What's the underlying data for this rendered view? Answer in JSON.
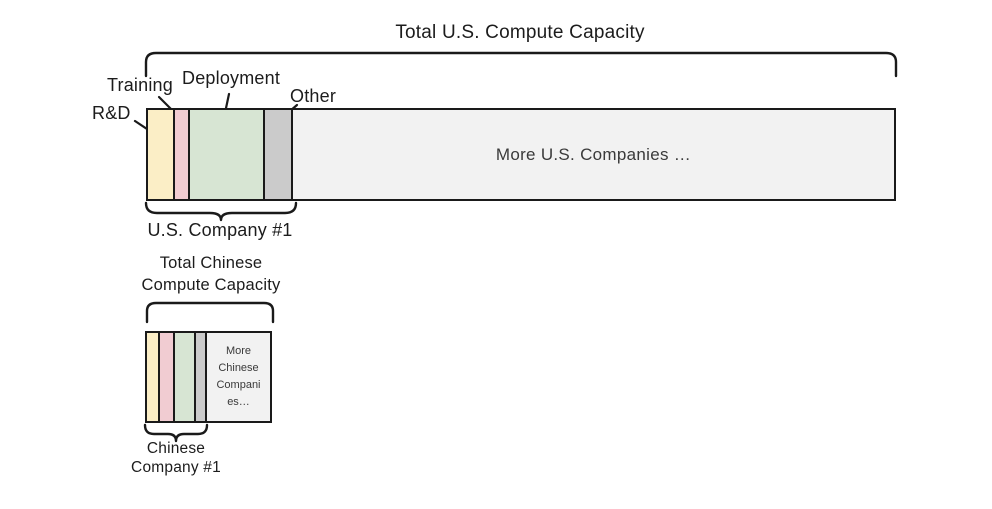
{
  "diagram": {
    "background": "#ffffff",
    "stroke_color": "#1a1a1a",
    "colors": {
      "rnd": "#fbeec6",
      "training": "#f1ccd2",
      "deployment": "#d7e5d3",
      "other": "#cbcbcb",
      "more_companies": "#f2f2f2"
    },
    "us": {
      "title": "Total U.S. Compute Capacity",
      "segment_labels": {
        "rnd": "R&D",
        "training": "Training",
        "deployment": "Deployment",
        "other": "Other"
      },
      "more_companies": "More U.S. Companies …",
      "company_bracket_label": "U.S. Company #1"
    },
    "china": {
      "title": "Total Chinese\nCompute Capacity",
      "more_companies": "More\nChinese\nCompani\nes…",
      "company_bracket_label": "Chinese\nCompany #1"
    }
  }
}
